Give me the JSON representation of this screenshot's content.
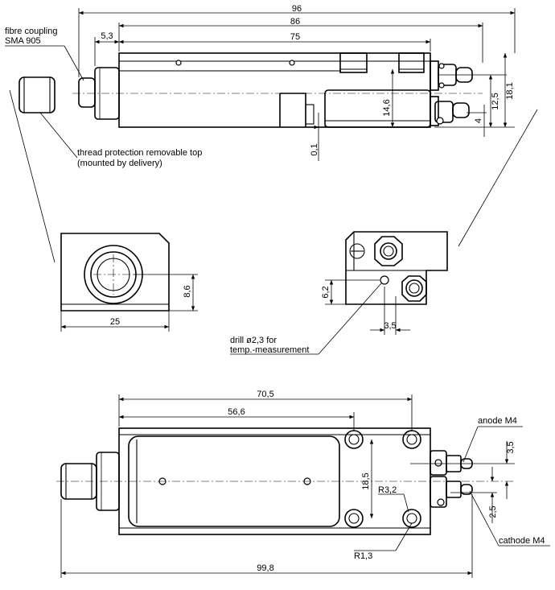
{
  "labels": {
    "fibre_line1": "fibre coupling",
    "fibre_line2": "SMA 905",
    "thread_line1": "thread protection removable top",
    "thread_line2": "(mounted by delivery)",
    "drill_line1": "drill ø2,3 for",
    "drill_line2": "temp.-measurement",
    "anode": "anode M4",
    "cathode": "cathode M4",
    "r32": "R3,2",
    "r13": "R1,3"
  },
  "dimensions": {
    "d96": "96",
    "d86": "86",
    "d75": "75",
    "d53": "5,3",
    "d146": "14,6",
    "d01": "0,1",
    "d125": "12,5",
    "d181": "18,1",
    "d4": "4",
    "d86b": "8,6",
    "d25": "25",
    "d62": "6,2",
    "d35a": "3,5",
    "d705": "70,5",
    "d566": "56,6",
    "d185": "18,5",
    "d35b": "3,5",
    "d25b": "2,5",
    "d998": "99,8"
  }
}
